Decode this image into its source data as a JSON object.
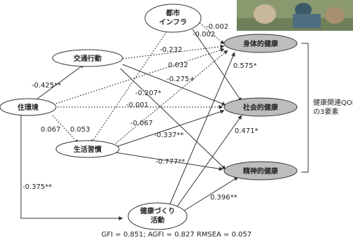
{
  "nodes": {
    "infra": [
      "都市",
      "インフラ"
    ],
    "traffic": "交通行動",
    "living": "住環境",
    "lifestyle": "生活習慣",
    "health_act": [
      "健康づくり",
      "活動"
    ],
    "physical": "身体的健康",
    "social": "社会的健康",
    "mental": "精神的健康"
  },
  "group_label": [
    "健康関連QOL",
    "の3要素"
  ],
  "coefficients": {
    "living_traffic": "-0.425**",
    "living_lifestyle": "0.067",
    "lifestyle_traffic": "0.053",
    "living_health": "-0.375**",
    "infra_physical": "-0.002",
    "infra_social": "-0.002",
    "traffic_physical": "-0.232",
    "traffic_social": "0.032",
    "traffic_social_b": "-0.275+",
    "traffic_mental": "-0.207*",
    "living_social": "-0.001",
    "lifestyle_physical": "-0.067",
    "lifestyle_social": "-0.337**",
    "lifestyle_mental": "-0.777**",
    "health_physical": "0.575*",
    "health_social": "0.471*",
    "health_mental": "0.396**"
  },
  "fit_indices": "GFI = 0.851; AGFI = 0.827  RMSEA = 0.057",
  "colors": {
    "outcome_fill": "#bdbdbd",
    "node_fill": "#ffffff",
    "line": "#333333"
  }
}
